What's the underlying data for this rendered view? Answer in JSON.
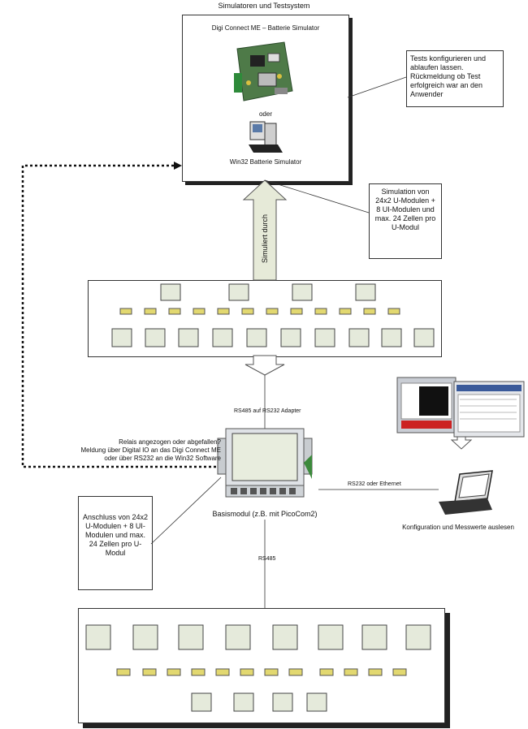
{
  "title": "Simulatoren und Testsystem",
  "simulator": {
    "title": "Digi Connect ME – Batterie Simulator",
    "or_label": "oder",
    "win32_label": "Win32 Batterie Simulator"
  },
  "notes": {
    "tests": "Tests konfigurieren und ablaufen lassen. Rückmeldung ob Test erfolgreich war an den Anwender",
    "simulation": "Simulation von 24x2 U-Modulen + 8 UI-Modulen und max. 24 Zellen pro U-Modul",
    "connection": "Anschluss von 24x2 U-Modulen + 8 UI-Modulen und max. 24 Zellen pro U-Modul"
  },
  "arrow_label": "Simuliert durch",
  "labels": {
    "rs485_adapter": "RS485 auf RS232 Adapter",
    "relay": "Relais angezogen oder abgefallen?\nMeldung über Digital IO an das Digi Connect ME\noder über RS232 an die Win32 Software",
    "basismodul": "Basismodul (z.B. mit PicoCom2)",
    "rs232_ethernet": "RS232 oder Ethernet",
    "config": "Konfiguration und Messwerte auslesen",
    "rs485": "RS485"
  },
  "colors": {
    "arrow_fill": "#e6ead8",
    "module_fill": "#e5eadb",
    "cell_fill": "#e2d870",
    "board_green": "#4e7a48",
    "screen_red": "#cc2222"
  }
}
